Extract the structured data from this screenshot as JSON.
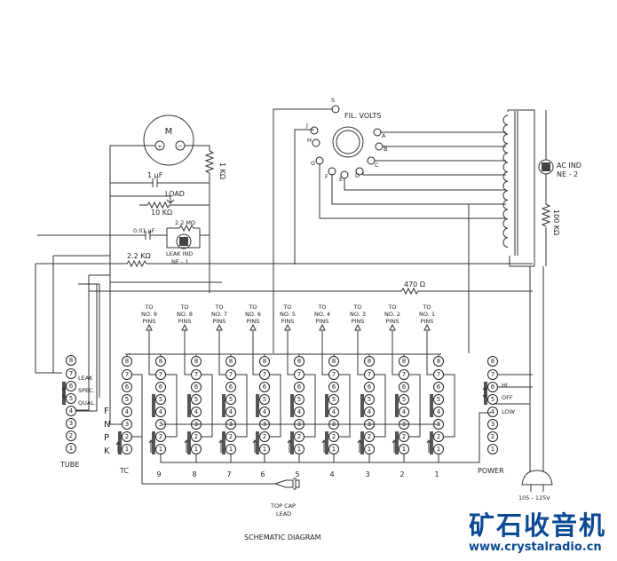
{
  "title": "SCHEMATIC DIAGRAM",
  "meter": {
    "label": "M",
    "plus": "+",
    "minus": "−"
  },
  "components": {
    "r_1k": "1 KΩ",
    "c_1uf": "1 µF",
    "load": "LOAD",
    "pot_10k": "10 KΩ",
    "r_2_2m": "2.2 MΩ",
    "c_001uf": "0.01 µF",
    "leak_ind": "LEAK IND",
    "ne1": "NE - 1",
    "r_2_2k": "2.2 KΩ",
    "r_470": "470 Ω",
    "ac_ind": "AC IND",
    "ne2": "NE - 2",
    "r_100k": "100 KΩ",
    "line_voltage": "105 - 125V"
  },
  "fil_volts": {
    "label": "FIL. VOLTS",
    "taps": [
      "S",
      "A",
      "B",
      "C",
      "D",
      "E",
      "F",
      "G",
      "H",
      "J"
    ]
  },
  "tube_switch": {
    "label": "TUBE",
    "positions": [
      "LEAK",
      "SPEC.",
      "QUAL."
    ]
  },
  "element_labels": [
    "F",
    "N",
    "P",
    "K"
  ],
  "tc_label": "TC",
  "pin_numbers": [
    "8",
    "7",
    "6",
    "5",
    "4",
    "3",
    "2",
    "1"
  ],
  "columns": [
    {
      "number": "9",
      "to": "TO",
      "no": "NO. 9",
      "pins": "PINS"
    },
    {
      "number": "8",
      "to": "TO",
      "no": "NO. 8",
      "pins": "PINS"
    },
    {
      "number": "7",
      "to": "TO",
      "no": "NO. 7",
      "pins": "PINS"
    },
    {
      "number": "6",
      "to": "TO",
      "no": "NO. 6",
      "pins": "PINS"
    },
    {
      "number": "5",
      "to": "TO",
      "no": "NO. 5",
      "pins": "PINS"
    },
    {
      "number": "4",
      "to": "TO",
      "no": "NO. 4",
      "pins": "PINS"
    },
    {
      "number": "3",
      "to": "TO",
      "no": "NO. 3",
      "pins": "PINS"
    },
    {
      "number": "2",
      "to": "TO",
      "no": "NO. 2",
      "pins": "PINS"
    },
    {
      "number": "1",
      "to": "TO",
      "no": "NO. 1",
      "pins": "PINS"
    }
  ],
  "power_switch": {
    "label": "POWER",
    "positions": [
      "HI",
      "OFF",
      "LOW"
    ]
  },
  "top_cap": {
    "line1": "TOP CAP",
    "line2": "LEAD"
  },
  "watermark": {
    "line1": "矿石收音机",
    "line2": "www.crystalradio.cn"
  }
}
